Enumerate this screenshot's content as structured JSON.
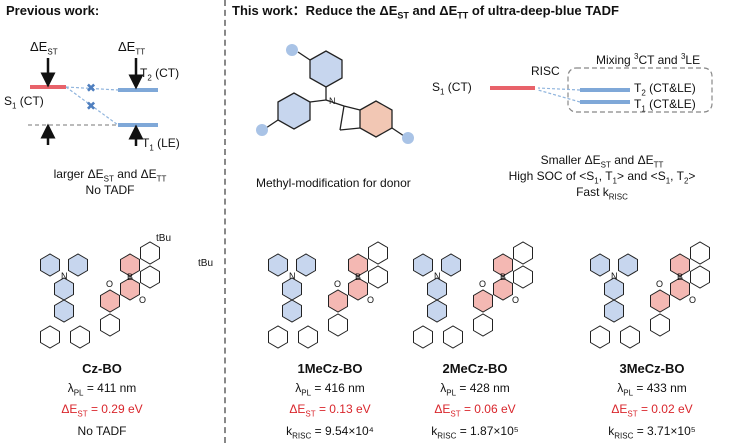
{
  "left": {
    "header": "Previous work:",
    "delta_est": "ΔE",
    "delta_est_sub": "ST",
    "delta_ett": "ΔE",
    "delta_ett_sub": "TT",
    "s1_label": "S",
    "s1_sub": "1",
    "s1_suffix": " (CT)",
    "t2_label": "T",
    "t2_sub": "2",
    "t2_suffix": " (CT)",
    "t1_label": "T",
    "t1_sub": "1",
    "t1_suffix": " (LE)",
    "caption_line1_a": "larger ΔE",
    "caption_line1_sub1": "ST",
    "caption_line1_b": " and ΔE",
    "caption_line1_sub2": "TT",
    "caption_line2": "No TADF",
    "substituent_1": "tBu",
    "substituent_2": "tBu"
  },
  "right": {
    "header": "This work：Reduce the ΔE",
    "header_sub1": "ST",
    "header_mid": " and ΔE",
    "header_sub2": "TT",
    "header_end": " of ultra-deep-blue TADF",
    "donor_caption": "Methyl-modification for donor",
    "s1_label": "S",
    "s1_sub": "1",
    "s1_suffix": " (CT)",
    "risc": "RISC",
    "mixing_a": "Mixing ",
    "mixing_sup1": "3",
    "mixing_b": "CT and ",
    "mixing_sup2": "3",
    "mixing_c": "LE",
    "t2_label": "T",
    "t2_sub": "2",
    "t2_suffix": " (CT&LE)",
    "t1_label": "T",
    "t1_sub": "1",
    "t1_suffix": " (CT&LE)",
    "summary_line1_a": "Smaller ΔE",
    "summary_line1_sub1": "ST",
    "summary_line1_b": " and ΔE",
    "summary_line1_sub2": "TT",
    "summary_line2_a": "High SOC of <S",
    "summary_line2_sub1": "1",
    "summary_line2_b": ", T",
    "summary_line2_sub2": "1",
    "summary_line2_c": "> and <S",
    "summary_line2_sub3": "1",
    "summary_line2_d": ", T",
    "summary_line2_sub4": "2",
    "summary_line2_e": ">",
    "summary_line3_a": "Fast k",
    "summary_line3_sub": "RISC",
    "atom_b": "B",
    "atom_n": "N",
    "atom_o": "O"
  },
  "molecules": [
    {
      "name": "Cz-BO",
      "lpl_value": " = 411 nm",
      "est_value": " = 0.29 eV",
      "extra": "No TADF",
      "krisc_value": ""
    },
    {
      "name": "1MeCz-BO",
      "lpl_value": " = 416 nm",
      "est_value": " = 0.13 eV",
      "extra": "",
      "krisc_value": " = 9.54×10⁴"
    },
    {
      "name": "2MeCz-BO",
      "lpl_value": " = 428 nm",
      "est_value": " = 0.06 eV",
      "extra": "",
      "krisc_value": " = 1.87×10⁵"
    },
    {
      "name": "3MeCz-BO",
      "lpl_value": " = 433 nm",
      "est_value": " = 0.02 eV",
      "extra": "",
      "krisc_value": " = 3.71×10⁵"
    }
  ],
  "symbols": {
    "lambda": "λ",
    "lambda_sub": "PL",
    "delta": "ΔE",
    "delta_sub": "ST",
    "k": "k",
    "k_sub": "RISC"
  },
  "colors": {
    "s1_level": "#e8626a",
    "t_level": "#7fa8d8",
    "acceptor_fill": "#f4b8b3",
    "donor_fill": "#c7d6ee",
    "highlight": "#d9262c",
    "methyl_dot": "#a9c3e6"
  }
}
